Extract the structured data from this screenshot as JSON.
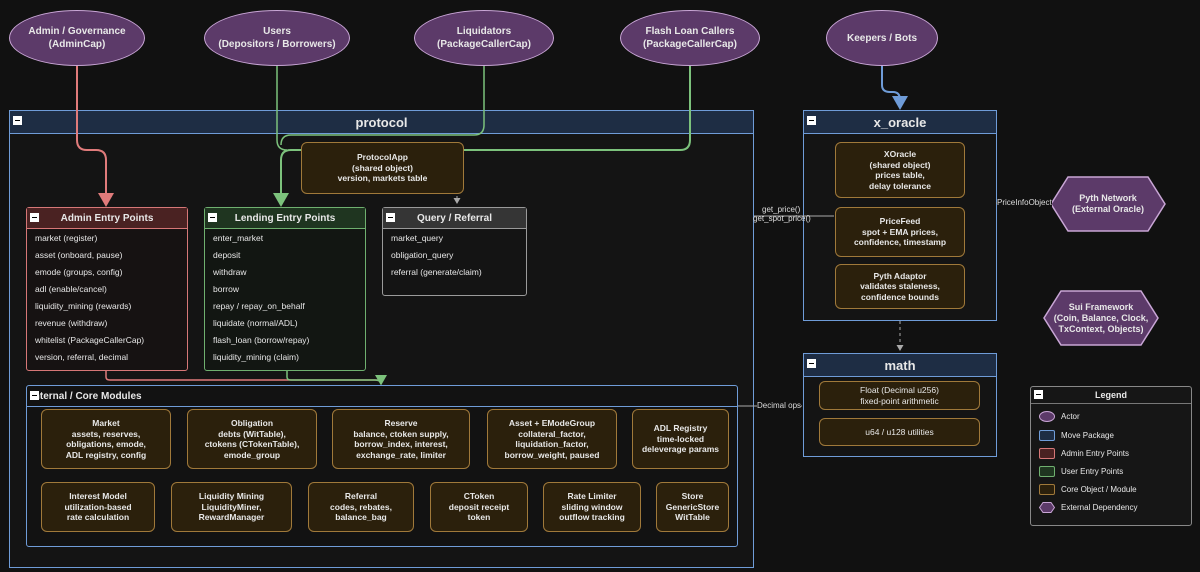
{
  "actors": {
    "admin": {
      "line1": "Admin / Governance",
      "line2": "(AdminCap)"
    },
    "users": {
      "line1": "Users",
      "line2": "(Depositors / Borrowers)"
    },
    "liquidators": {
      "line1": "Liquidators",
      "line2": "(PackageCallerCap)"
    },
    "flash": {
      "line1": "Flash Loan Callers",
      "line2": "(PackageCallerCap)"
    },
    "keepers": {
      "line1": "Keepers / Bots"
    }
  },
  "packages": {
    "protocol": "protocol",
    "x_oracle": "x_oracle",
    "math": "math"
  },
  "protocol_app": {
    "line1": "ProtocolApp",
    "line2": "(shared object)",
    "line3": "version, markets table"
  },
  "admin_entry": {
    "title": "Admin Entry Points",
    "items": [
      "market (register)",
      "asset (onboard, pause)",
      "emode (groups, config)",
      "adl (enable/cancel)",
      "liquidity_mining (rewards)",
      "revenue (withdraw)",
      "whitelist (PackageCallerCap)",
      "version, referral, decimal"
    ]
  },
  "lending_entry": {
    "title": "Lending Entry Points",
    "items": [
      "enter_market",
      "deposit",
      "withdraw",
      "borrow",
      "repay / repay_on_behalf",
      "liquidate (normal/ADL)",
      "flash_loan (borrow/repay)",
      "liquidity_mining (claim)"
    ]
  },
  "query": {
    "title": "Query / Referral",
    "items": [
      "market_query",
      "obligation_query",
      "referral (generate/claim)"
    ]
  },
  "core": {
    "title": "Internal / Core Modules",
    "row1": [
      {
        "name": "Market",
        "lines": [
          "assets, reserves,",
          "obligations, emode,",
          "ADL registry, config"
        ]
      },
      {
        "name": "Obligation",
        "lines": [
          "debts (WitTable),",
          "ctokens (CTokenTable),",
          "emode_group"
        ]
      },
      {
        "name": "Reserve",
        "lines": [
          "balance, ctoken supply,",
          "borrow_index, interest,",
          "exchange_rate, limiter"
        ]
      },
      {
        "name": "Asset + EModeGroup",
        "lines": [
          "collateral_factor,",
          "liquidation_factor,",
          "borrow_weight, paused"
        ]
      },
      {
        "name": "ADL Registry",
        "lines": [
          "time-locked",
          "deleverage params"
        ]
      }
    ],
    "row2": [
      {
        "name": "Interest Model",
        "lines": [
          "utilization-based",
          "rate calculation"
        ]
      },
      {
        "name": "Liquidity Mining",
        "lines": [
          "LiquidityMiner,",
          "RewardManager"
        ]
      },
      {
        "name": "Referral",
        "lines": [
          "codes, rebates,",
          "balance_bag"
        ]
      },
      {
        "name": "CToken",
        "lines": [
          "deposit receipt",
          "token"
        ]
      },
      {
        "name": "Rate Limiter",
        "lines": [
          "sliding window",
          "outflow tracking"
        ]
      },
      {
        "name": "Store",
        "lines": [
          "GenericStore",
          "WitTable"
        ]
      }
    ]
  },
  "oracle": {
    "xoracle": {
      "line1": "XOracle",
      "line2": "(shared object)",
      "line3": "prices table,",
      "line4": "delay tolerance"
    },
    "pricefeed": {
      "line1": "PriceFeed",
      "line2": "spot + EMA prices,",
      "line3": "confidence, timestamp"
    },
    "pyth_adaptor": {
      "line1": "Pyth Adaptor",
      "line2": "validates staleness,",
      "line3": "confidence bounds"
    }
  },
  "math": {
    "float": {
      "line1": "Float (Decimal u256)",
      "line2": "fixed-point arithmetic"
    },
    "u64": "u64 / u128 utilities"
  },
  "external": {
    "pyth": {
      "line1": "Pyth Network",
      "line2": "(External Oracle)"
    },
    "sui": {
      "line1": "Sui Framework",
      "line2": "(Coin, Balance, Clock,",
      "line3": "TxContext, Objects)"
    }
  },
  "edge_labels": {
    "get_price": "get_price()",
    "get_spot_price": "get_spot_price()",
    "price_info": "PriceInfoObject",
    "decimal_ops": "Decimal ops"
  },
  "legend": {
    "title": "Legend",
    "items": [
      {
        "label": "Actor",
        "fill": "#5c3a69",
        "stroke": "#c9a6d6",
        "shape": "ellipse"
      },
      {
        "label": "Move Package",
        "fill": "#1e2d44",
        "stroke": "#6f9cd8",
        "shape": "rect"
      },
      {
        "label": "Admin Entry Points",
        "fill": "#4a2222",
        "stroke": "#d67777",
        "shape": "rect"
      },
      {
        "label": "User Entry Points",
        "fill": "#1f3520",
        "stroke": "#6fb06f",
        "shape": "rect"
      },
      {
        "label": "Core Object / Module",
        "fill": "#2b200c",
        "stroke": "#a0793a",
        "shape": "rect"
      },
      {
        "label": "External Dependency",
        "fill": "#5c3a69",
        "stroke": "#c9a6d6",
        "shape": "hex"
      }
    ]
  },
  "colors": {
    "background": "#111111",
    "actor_fill": "#5c3a69",
    "package_stroke": "#6f9cd8",
    "admin_stroke": "#d67777",
    "user_stroke": "#6fb06f",
    "core_stroke": "#a0793a",
    "keeper_arrow": "#6f9cd8"
  }
}
